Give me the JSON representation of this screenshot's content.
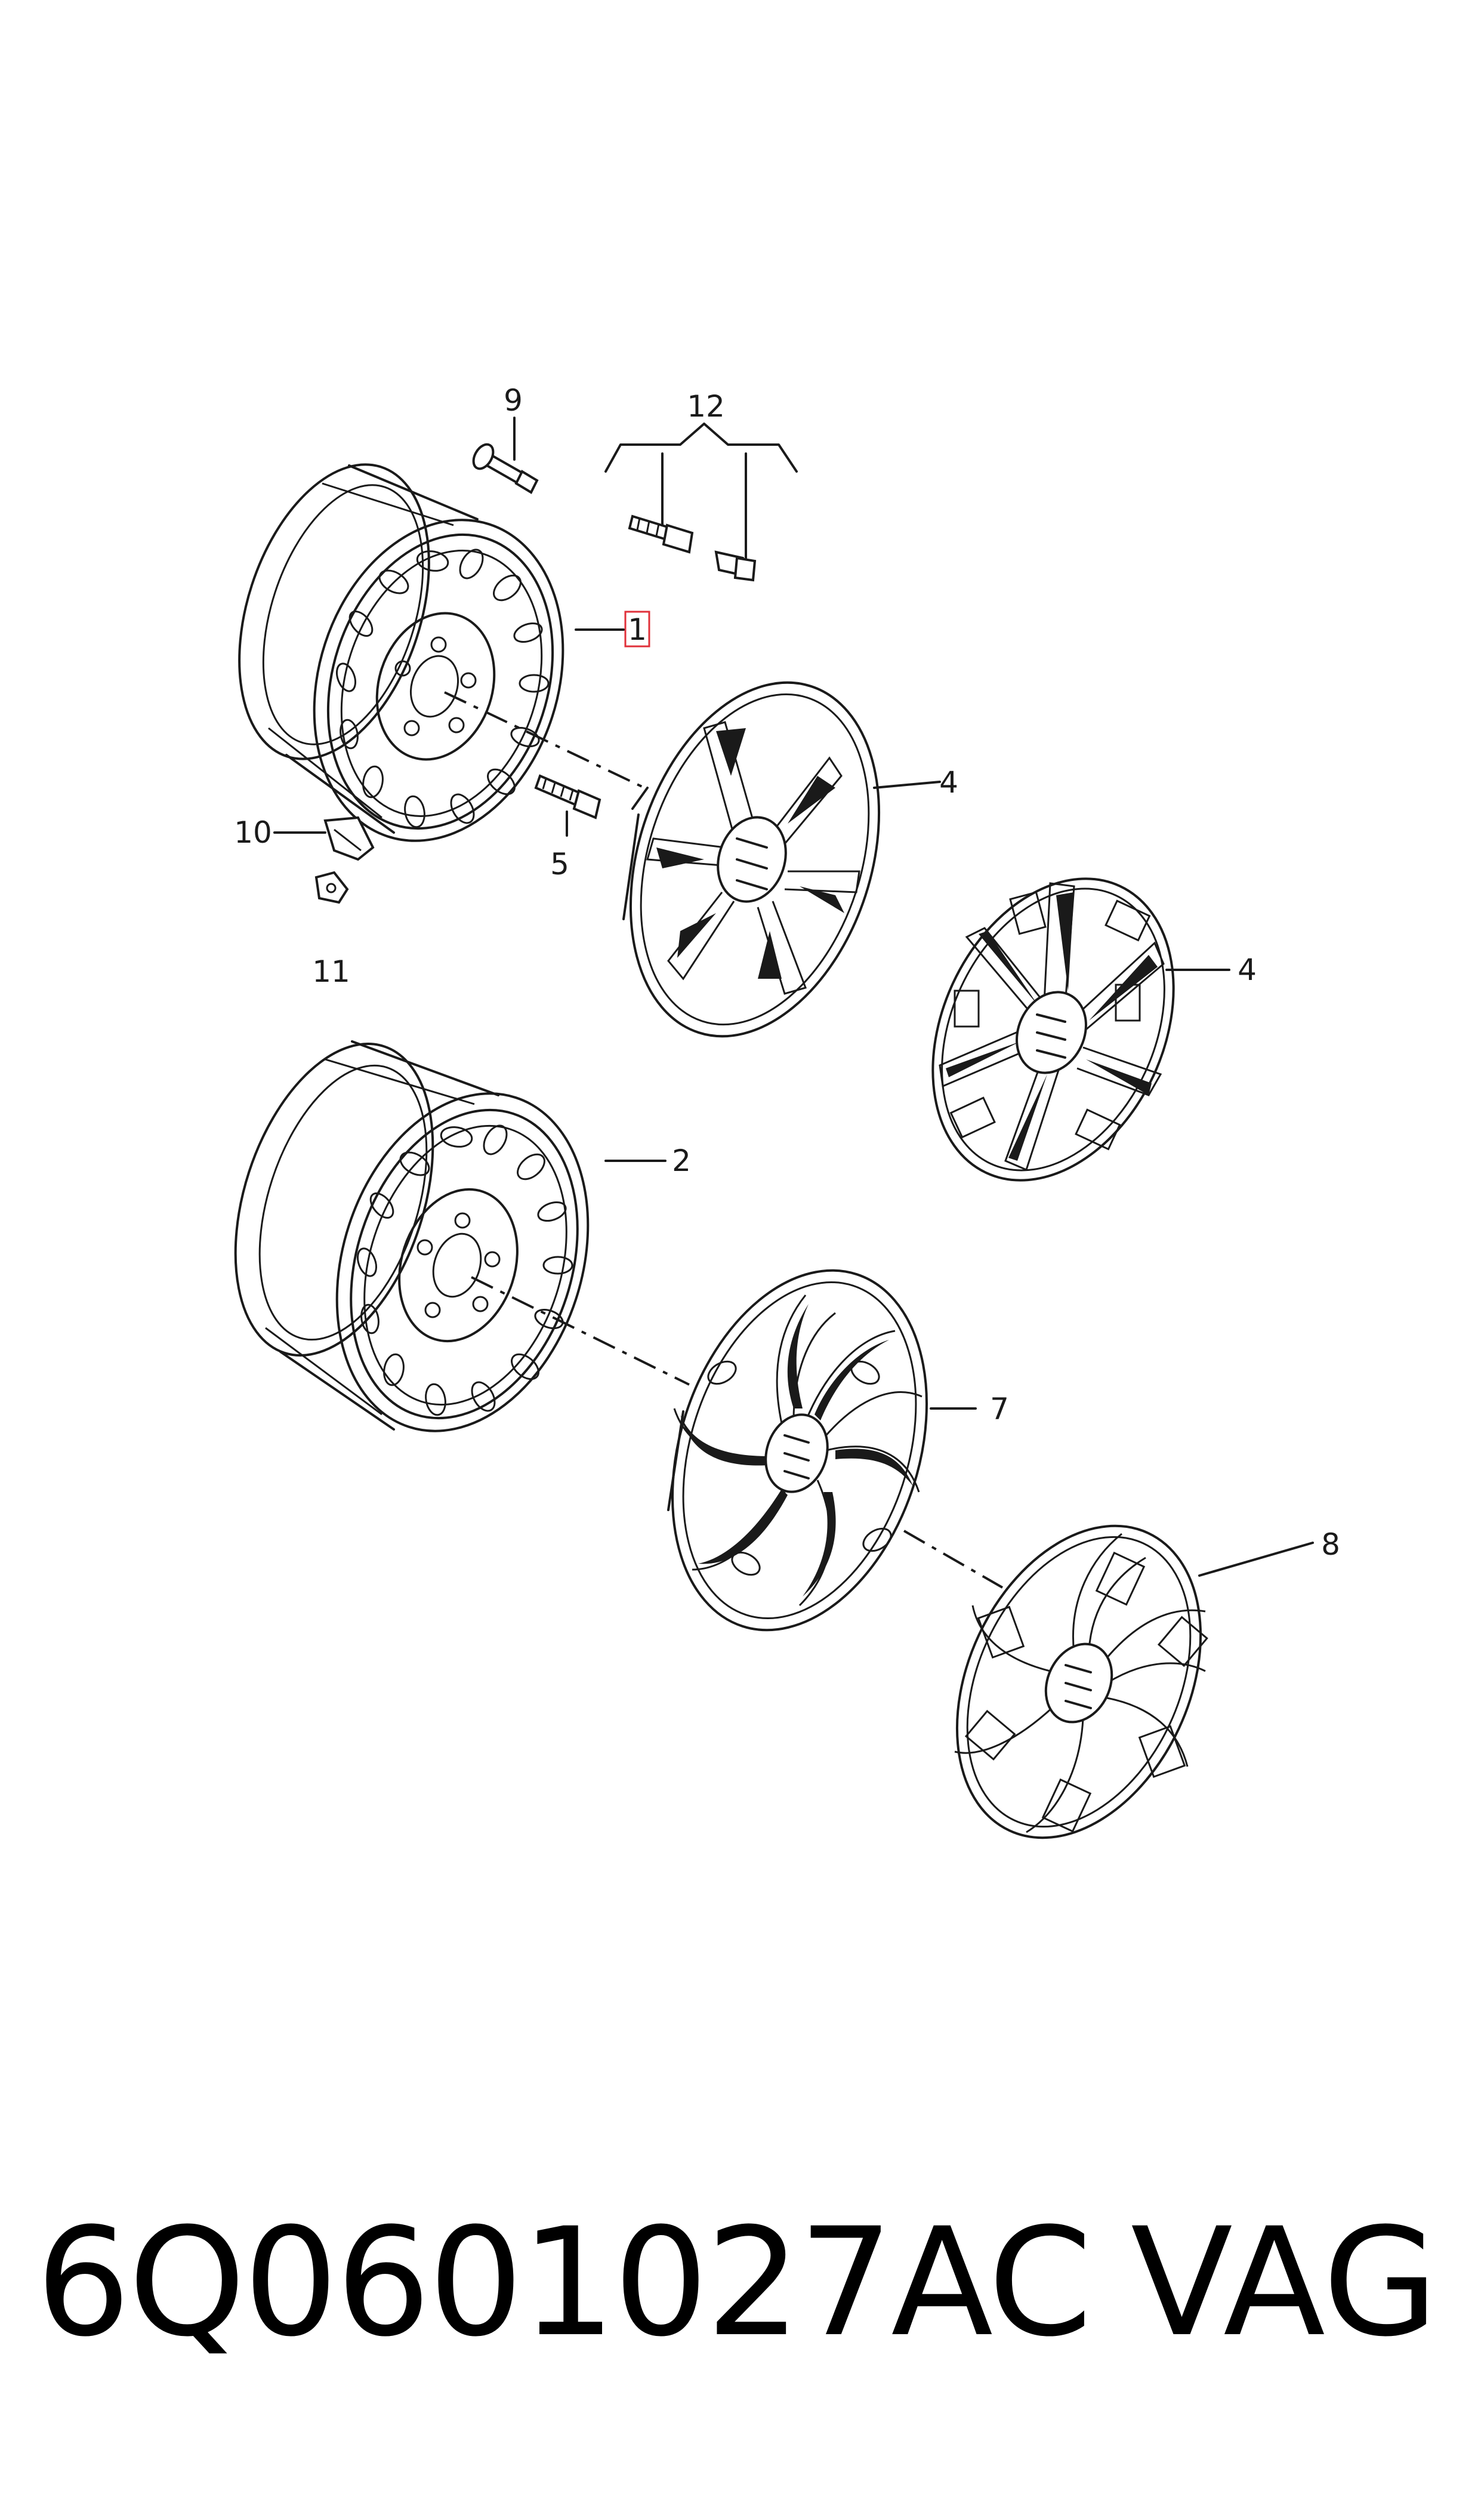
{
  "callouts": {
    "c1": "1",
    "c2": "2",
    "c4a": "4",
    "c4b": "4",
    "c5": "5",
    "c7": "7",
    "c8": "8",
    "c9": "9",
    "c10": "10",
    "c11": "11",
    "c12": "12"
  },
  "footer": {
    "part_number": "6Q0601027AC",
    "brand": "VAG"
  },
  "colors": {
    "line": "#1a1a1a",
    "highlight": "#e0303a",
    "background": "#ffffff"
  }
}
